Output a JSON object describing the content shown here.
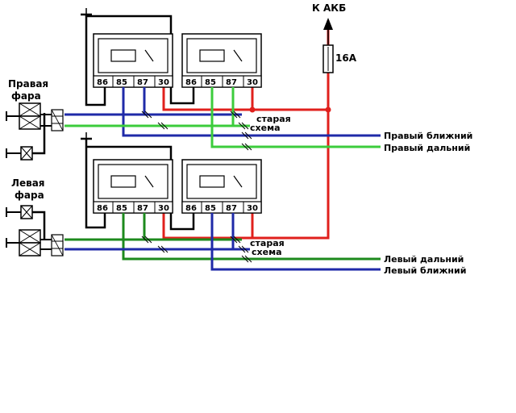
{
  "title": "",
  "battery": {
    "label": "К АКБ",
    "fuse": "16А"
  },
  "headlights": {
    "right": {
      "line1": "Правая",
      "line2": "фара"
    },
    "left": {
      "line1": "Левая",
      "line2": "фара"
    }
  },
  "relays": {
    "pins": [
      "86",
      "85",
      "87",
      "30"
    ]
  },
  "notes": {
    "old_scheme_line1": "старая",
    "old_scheme_line2": "схема"
  },
  "outputs": {
    "right_low": "Правый ближний",
    "right_high": "Правый дальний",
    "left_high": "Левый дальний",
    "left_low": "Левый ближний"
  },
  "colors": {
    "power": "#e0201c",
    "low_beam": "#1f2aa8",
    "right_high": "#3ccc3c",
    "left_high": "#1d8a1d",
    "ground": "#000000"
  }
}
